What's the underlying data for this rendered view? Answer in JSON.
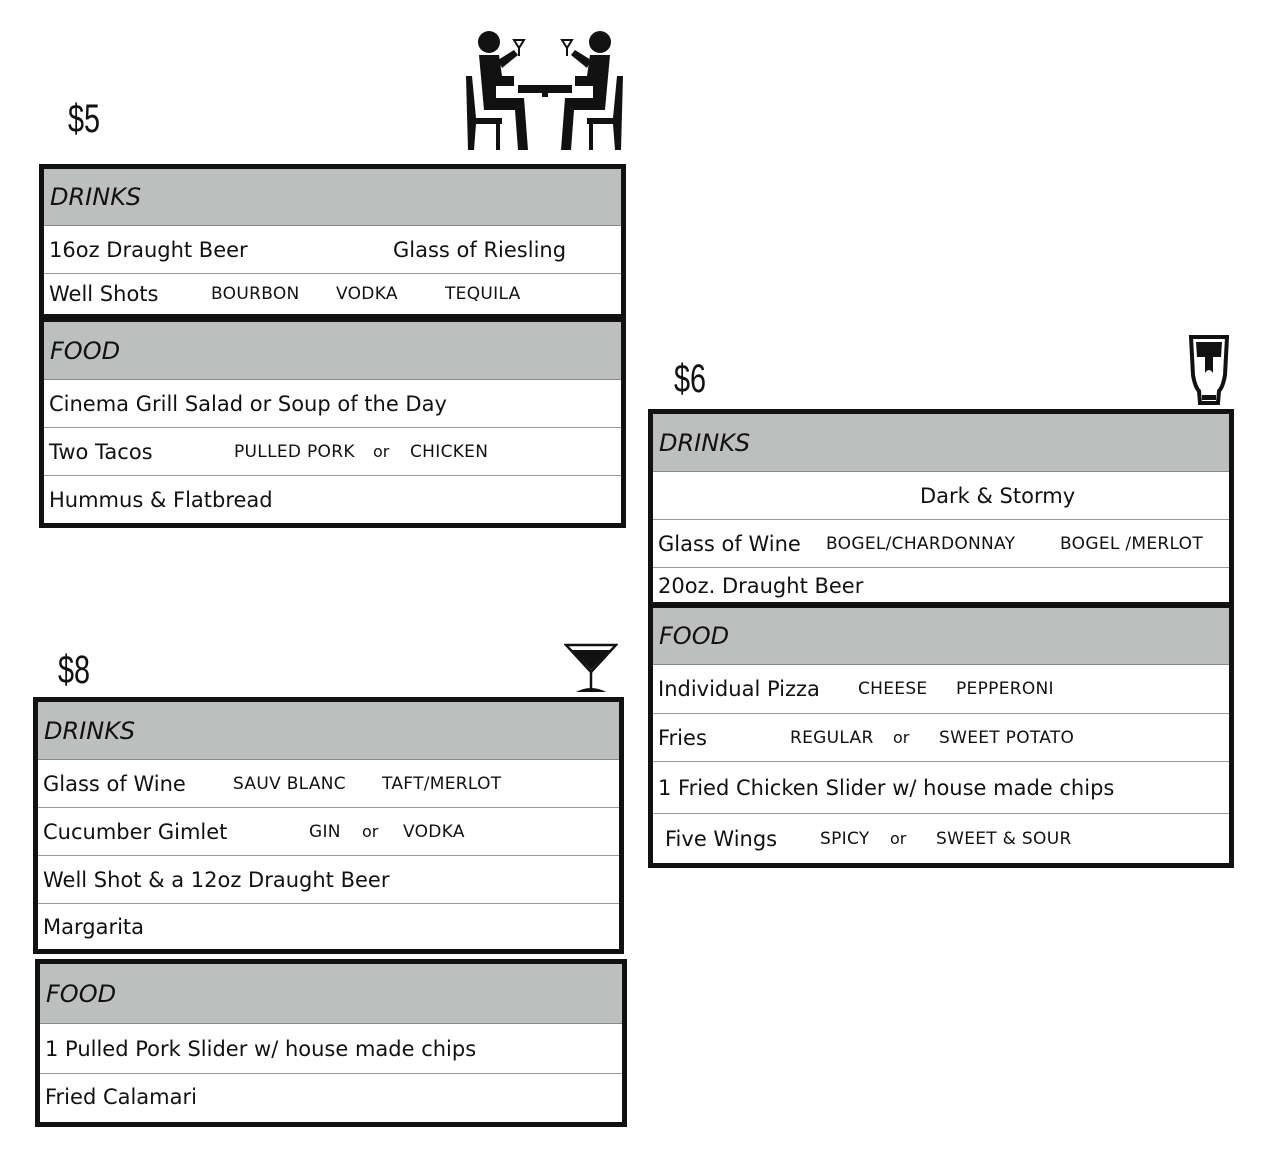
{
  "sections": {
    "five": {
      "price": "$5",
      "drinks": {
        "header": "DRINKS",
        "row1_left": "16oz Draught Beer",
        "row1_right": "Glass of Riesling",
        "row2_label": "Well Shots",
        "row2_opts": [
          "BOURBON",
          "VODKA",
          "TEQUILA"
        ]
      },
      "food": {
        "header": "FOOD",
        "row1": "Cinema Grill Salad or Soup of the Day",
        "row2_label": "Two Tacos",
        "row2_opt1": "PULLED PORK",
        "row2_or": "or",
        "row2_opt2": "CHICKEN",
        "row3": "Hummus & Flatbread"
      }
    },
    "six": {
      "price": "$6",
      "drinks": {
        "header": "DRINKS",
        "row1": "Dark & Stormy",
        "row2_label": "Glass of Wine",
        "row2_opt1": "BOGEL/CHARDONNAY",
        "row2_opt2": "BOGEL /MERLOT",
        "row3": "20oz. Draught Beer"
      },
      "food": {
        "header": "FOOD",
        "row1_label": "Individual Pizza",
        "row1_opt1": "CHEESE",
        "row1_opt2": "PEPPERONI",
        "row2_label": "Fries",
        "row2_opt1": "REGULAR",
        "row2_or": "or",
        "row2_opt2": "SWEET POTATO",
        "row3": "1 Fried Chicken Slider w/ house made chips",
        "row4_label": "Five Wings",
        "row4_opt1": "SPICY",
        "row4_or": "or",
        "row4_opt2": "SWEET & SOUR"
      }
    },
    "eight": {
      "price": "$8",
      "drinks": {
        "header": "DRINKS",
        "row1_label": "Glass of Wine",
        "row1_opt1": "SAUV BLANC",
        "row1_opt2": "TAFT/MERLOT",
        "row2_label": "Cucumber Gimlet",
        "row2_opt1": "GIN",
        "row2_or": "or",
        "row2_opt2": "VODKA",
        "row3": "Well Shot & a 12oz Draught Beer",
        "row4": "Margarita"
      },
      "food": {
        "header": "FOOD",
        "row1": "1 Pulled Pork Slider w/ house made chips",
        "row2": "Fried Calamari"
      }
    }
  },
  "icons": [
    "people-drinking-icon",
    "pint-glass-icon",
    "martini-glass-icon"
  ]
}
